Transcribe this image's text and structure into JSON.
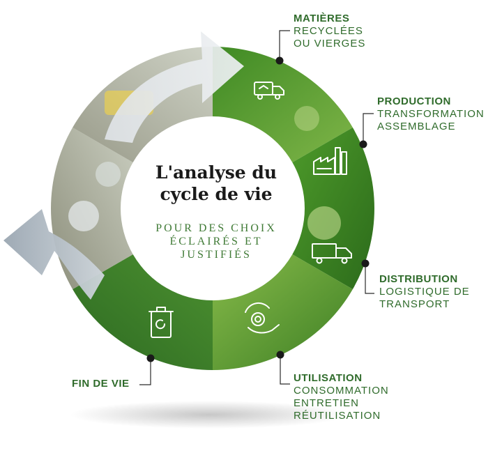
{
  "center": {
    "title_line1": "L'analyse du",
    "title_line2": "cycle de vie",
    "subtitle_line1": "POUR DES CHOIX",
    "subtitle_line2": "ÉCLAIRÉS ET",
    "subtitle_line3": "JUSTIFIÉS"
  },
  "stages": {
    "materials": {
      "title": "MATIÈRES",
      "lines": [
        "RECYCLÉES",
        "OU VIERGES"
      ],
      "icon": "recycling-truck-icon"
    },
    "production": {
      "title": "PRODUCTION",
      "lines": [
        "TRANSFORMATION",
        "ASSEMBLAGE"
      ],
      "icon": "factory-icon"
    },
    "distribution": {
      "title": "DISTRIBUTION",
      "lines": [
        "LOGISTIQUE DE",
        "TRANSPORT"
      ],
      "icon": "delivery-truck-icon"
    },
    "use": {
      "title": "UTILISATION",
      "lines": [
        "CONSOMMATION",
        "ENTRETIEN",
        "RÉUTILISATION"
      ],
      "icon": "hand-gear-icon"
    },
    "end_of_life": {
      "title": "FIN DE VIE",
      "icon": "recycling-bin-icon"
    }
  },
  "colors": {
    "label_green": "#2f6b2b",
    "ring_dark_green": "#2e6e1e",
    "ring_light_green": "#7bb342",
    "arrow_grey": "#a9b3be"
  }
}
